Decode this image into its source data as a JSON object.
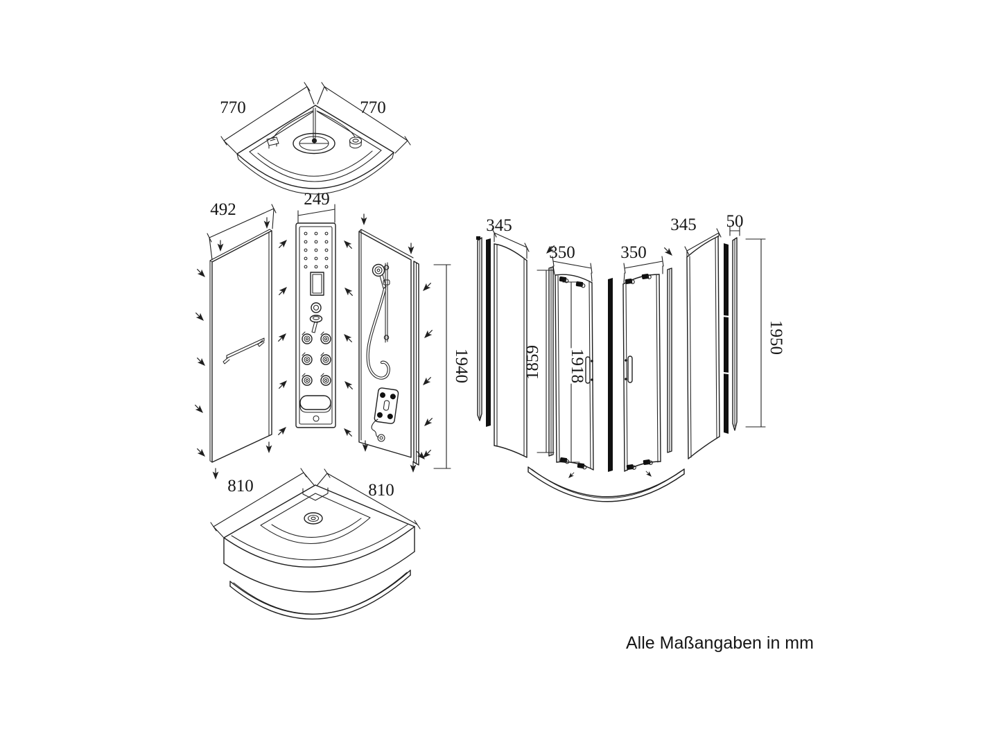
{
  "page": {
    "background": "#ffffff",
    "units_note": "Alle Maßangaben in mm"
  },
  "dims": {
    "roof_width_left": "770",
    "roof_width_right": "770",
    "back_panel_width": "492",
    "column_width": "249",
    "panel_height": "1940",
    "tray_width_left": "810",
    "tray_width_right": "810",
    "fixed_glass_left_width": "345",
    "door_left_width": "350",
    "door_right_width": "350",
    "fixed_glass_right_width": "345",
    "wall_profile_width": "50",
    "fixed_glass_height": "1859",
    "door_height": "1918",
    "profile_height": "1950"
  },
  "colors": {
    "line": "#1f1f1f",
    "seal_black": "#101010"
  }
}
